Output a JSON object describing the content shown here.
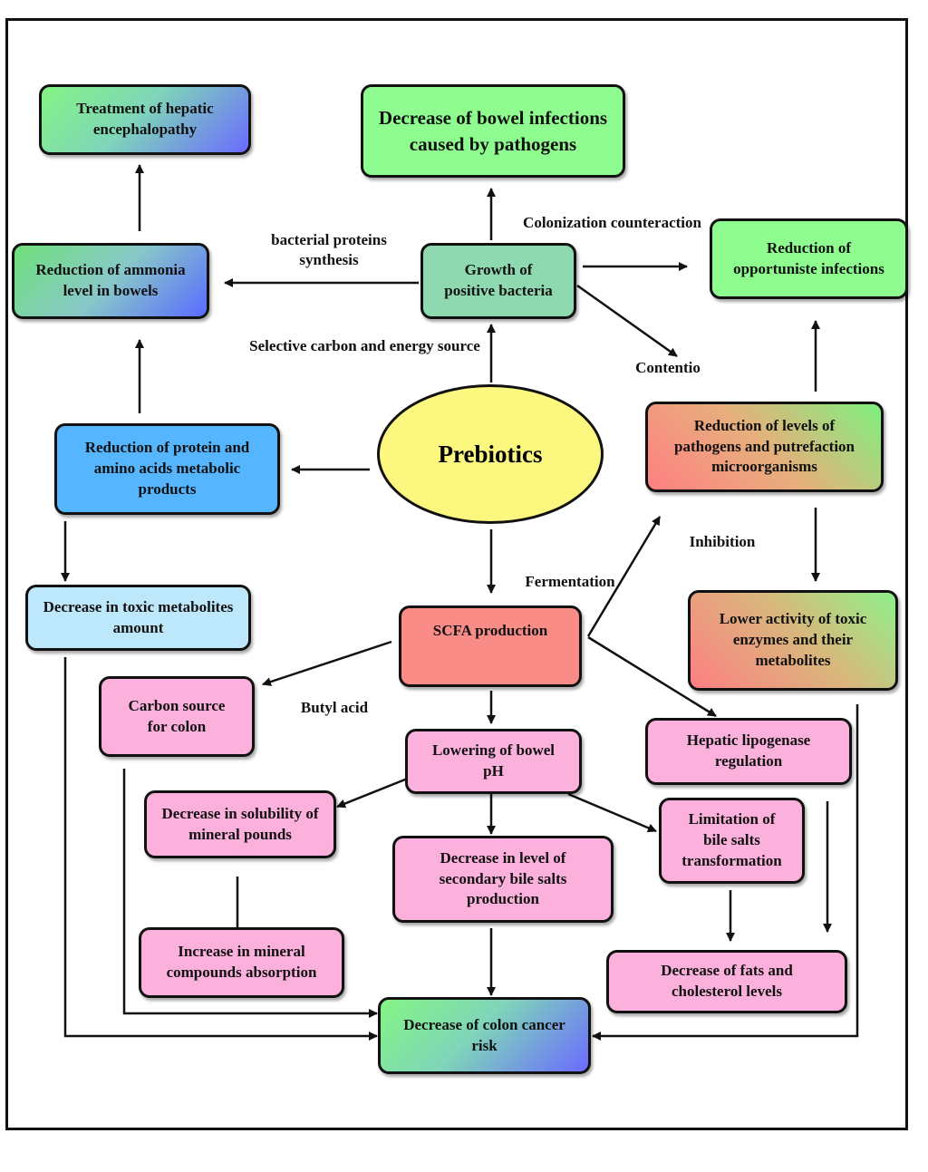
{
  "center": {
    "label": "Prebiotics"
  },
  "boxes": {
    "hepatic_encephalopathy": "Treatment of hepatic\nencephalopathy",
    "bowel_infections": "Decrease of bowel infections\ncaused by pathogens",
    "ammonia": "Reduction of ammonia\nlevel in bowels",
    "positive_bacteria": "Growth of\npositive bacteria",
    "opportunist": "Reduction of\nopportuniste infections",
    "protein_products": "Reduction of protein and\namino acids metabolic\nproducts",
    "pathogens_levels": "Reduction of levels of\npathogens and putrefaction\nmicroorganisms",
    "toxic_metabolites": "Decrease in toxic metabolites\namount",
    "scfa": "SCFA production",
    "toxic_enzymes": "Lower activity of toxic\nenzymes and their\nmetabolites",
    "carbon_colon": "Carbon source\nfor colon",
    "bowel_ph": "Lowering of bowel\npH",
    "lipogenase": "Hepatic lipogenase\nregulation",
    "mineral_solubility": "Decrease in solubility of\nmineral pounds",
    "secondary_bile": "Decrease in level of\nsecondary bile salts\nproduction",
    "bile_transformation": "Limitation of\nbile salts\ntransformation",
    "mineral_absorption": "Increase in mineral\ncompounds absorption",
    "fats_cholesterol": "Decrease of fats and\ncholesterol levels",
    "colon_cancer": "Decrease of colon cancer\nrisk"
  },
  "edge_labels": {
    "bacterial_proteins": "bacterial proteins\nsynthesis",
    "colonization": "Colonization counteraction",
    "selective_carbon": "Selective carbon and energy source",
    "contention": "Contentio",
    "inhibition": "Inhibition",
    "fermentation": "Fermentation",
    "butyl_acid": "Butyl acid"
  }
}
